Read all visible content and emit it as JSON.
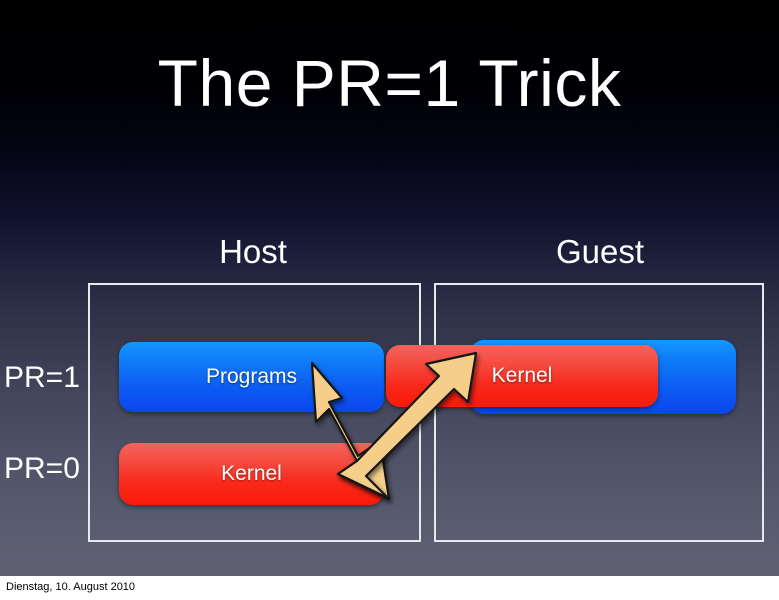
{
  "slide": {
    "title": "The PR=1 Trick",
    "background_top_color": "#000000",
    "background_bottom_color": "#5f6173"
  },
  "columns": {
    "host_heading": "Host",
    "guest_heading": "Guest"
  },
  "privilege_labels": {
    "pr1": "PR=1",
    "pr0": "PR=0"
  },
  "boxes": {
    "host_programs": {
      "label": "Programs",
      "color": "#0f7ef8"
    },
    "host_kernel": {
      "label": "Kernel",
      "color": "#f54b3f"
    },
    "guest_blue": {
      "label": "",
      "color": "#0f7ef8"
    },
    "guest_kernel": {
      "label": "Kernel",
      "color": "#f54b3f"
    }
  },
  "arrow": {
    "name": "bent-double-arrow",
    "fill_color": "#f5cf8a",
    "outline_color": "#1a1a1a"
  },
  "footer": {
    "date": "Dienstag, 10. August 2010"
  }
}
